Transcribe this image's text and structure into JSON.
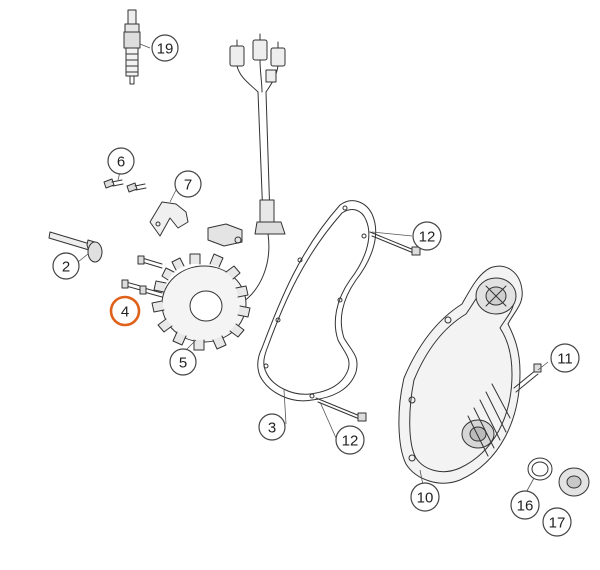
{
  "diagram": {
    "highlight_color": "#e0621a",
    "line_color": "#333333",
    "fill_light": "#f2f2f2",
    "fill_mid": "#d8d8d8",
    "callouts": [
      {
        "id": "19",
        "label": "19",
        "highlighted": false
      },
      {
        "id": "6",
        "label": "6",
        "highlighted": false
      },
      {
        "id": "7",
        "label": "7",
        "highlighted": false
      },
      {
        "id": "2",
        "label": "2",
        "highlighted": false
      },
      {
        "id": "4",
        "label": "4",
        "highlighted": true
      },
      {
        "id": "5",
        "label": "5",
        "highlighted": false
      },
      {
        "id": "12a",
        "label": "12",
        "highlighted": false
      },
      {
        "id": "11",
        "label": "11",
        "highlighted": false
      },
      {
        "id": "3",
        "label": "3",
        "highlighted": false
      },
      {
        "id": "12b",
        "label": "12",
        "highlighted": false
      },
      {
        "id": "10",
        "label": "10",
        "highlighted": false
      },
      {
        "id": "16",
        "label": "16",
        "highlighted": false
      },
      {
        "id": "17",
        "label": "17",
        "highlighted": false
      }
    ]
  }
}
